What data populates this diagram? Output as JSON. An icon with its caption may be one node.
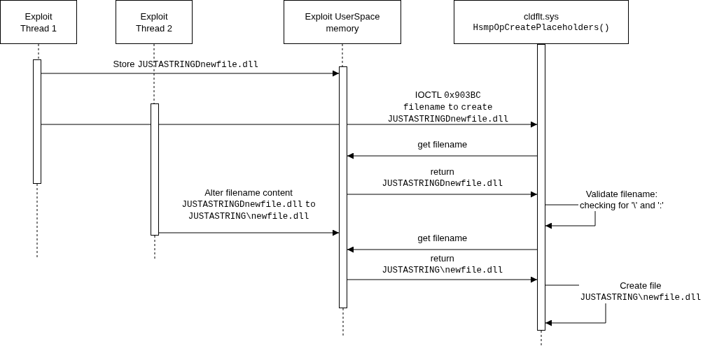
{
  "diagram": {
    "nodes": [
      {
        "text": [
          "Exploit Thread 1"
        ]
      },
      {
        "text": [
          "Exploit Thread 2"
        ]
      },
      {
        "text": [
          "Exploit UserSpace memory"
        ]
      },
      {
        "text": [
          "cldflt.sys",
          "HsmpOpCreatePlaceholders()"
        ]
      },
      {
        "text": [],
        "shape": "bar"
      },
      {
        "text": [],
        "shape": "bar"
      },
      {
        "text": [],
        "shape": "bar"
      },
      {
        "text": [],
        "shape": "bar"
      }
    ],
    "edges": [
      {
        "from": 0,
        "to": 4,
        "arrow": "none",
        "style": "dashed"
      },
      {
        "from": 1,
        "to": 5,
        "arrow": "none",
        "style": "dashed"
      },
      {
        "from": 2,
        "to": 6,
        "arrow": "none",
        "style": "dashed"
      },
      {
        "from": 4,
        "to": 6,
        "arrow": "to",
        "label": "Store JUSTASTRINGDnewfile.dll"
      },
      {
        "from": 4,
        "to": 7,
        "arrow": "to",
        "label": "IOCTL 0x903BC filename to create JUSTASTRINGDnewfile.dll"
      },
      {
        "from": 7,
        "to": 6,
        "arrow": "to",
        "label": "get filename"
      },
      {
        "from": 6,
        "to": 7,
        "arrow": "to",
        "label": "return JUSTASTRINGDnewfile.dll"
      },
      {
        "from": 7,
        "to": 7,
        "arrow": "to",
        "label": "Validate filename: checking for '\\' and ':'"
      },
      {
        "from": 5,
        "to": 6,
        "arrow": "to",
        "label": "Alter filename content JUSTASTRINGDnewfile.dll to JUSTASTRING\\newfile.dll"
      },
      {
        "from": 7,
        "to": 6,
        "arrow": "to",
        "label": "get filename"
      },
      {
        "from": 6,
        "to": 7,
        "arrow": "to",
        "label": "return JUSTASTRING\\newfile.dll"
      },
      {
        "from": 7,
        "to": 7,
        "arrow": "to",
        "label": "Create file JUSTASTRING\\newfile.dll"
      }
    ]
  }
}
